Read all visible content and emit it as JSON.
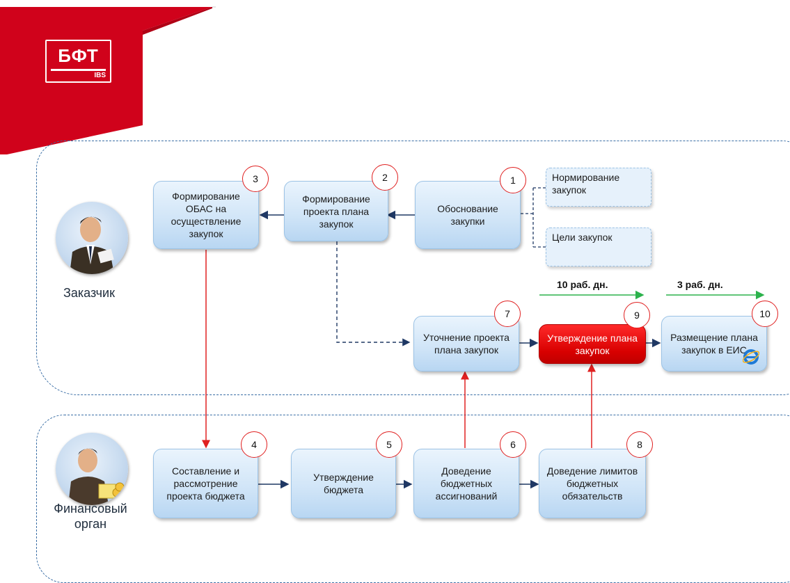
{
  "logo": {
    "main": "БФТ",
    "sub": "IBS"
  },
  "lanes": [
    {
      "name": "Заказчик"
    },
    {
      "name": "Финансовый орган"
    }
  ],
  "steps": {
    "s1": {
      "num": "1",
      "label": "Обоснование закупки"
    },
    "s2": {
      "num": "2",
      "label": "Формирование проекта плана закупок"
    },
    "s3": {
      "num": "3",
      "label": "Формирование ОБАС на осуществление закупок"
    },
    "s4": {
      "num": "4",
      "label": "Составление и рассмотрение проекта бюджета"
    },
    "s5": {
      "num": "5",
      "label": "Утверждение бюджета"
    },
    "s6": {
      "num": "6",
      "label": "Доведение бюджетных ассигнований"
    },
    "s7": {
      "num": "7",
      "label": "Уточнение проекта плана закупок"
    },
    "s8": {
      "num": "8",
      "label": "Доведение лимитов бюджетных обязательств"
    },
    "s9": {
      "num": "9",
      "label": "Утверждение плана закупок"
    },
    "s10": {
      "num": "10",
      "label": "Размещение плана закупок в ЕИС"
    }
  },
  "notes": {
    "norm": "Нормирование закупок",
    "goals": "Цели закупок"
  },
  "durations": {
    "d1": "10 раб. дн.",
    "d2": "3 раб. дн."
  },
  "colors": {
    "logo_red": "#d0021b",
    "box_blue": "#cfe4f7",
    "approve_red": "#d80000",
    "arrow_navy": "#1f3864",
    "arrow_red": "#e02020",
    "duration_green": "#2bb24c",
    "lane_border": "#3a6ea5"
  }
}
